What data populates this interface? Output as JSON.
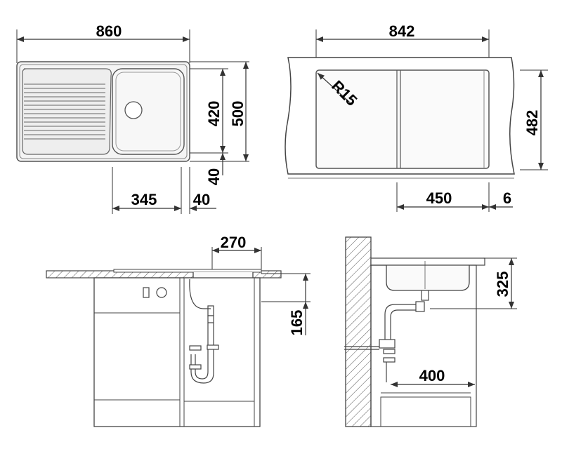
{
  "dimensions": {
    "top_left": {
      "width": "860",
      "depth": "500",
      "bowl_depth": "420",
      "rear_gap": "40",
      "bowl_offset": "345",
      "bowl_right_gap": "40"
    },
    "top_right": {
      "cutout_width": "842",
      "cutout_depth": "482",
      "corner_radius": "R15",
      "centre_offset": "450",
      "edge_gap": "6"
    },
    "bottom_left": {
      "bowl_width": "270",
      "bowl_height": "165"
    },
    "bottom_right": {
      "bowl_height": "325",
      "waste_offset": "400"
    }
  },
  "colors": {
    "line": "#333333",
    "text": "#000000",
    "background": "#ffffff"
  }
}
